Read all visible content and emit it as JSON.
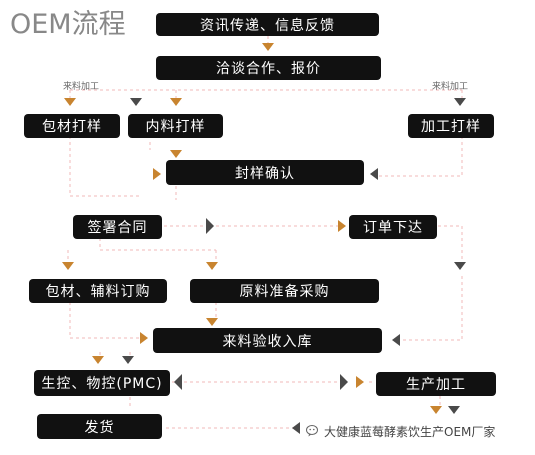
{
  "title": "OEM流程",
  "labels": {
    "left_material": "来料加工",
    "right_material": "来料加工"
  },
  "nodes": {
    "info": "资讯传递、信息反馈",
    "negotiate": "洽谈合作、报价",
    "pack_sample": "包材打样",
    "content_sample": "内料打样",
    "process_sample": "加工打样",
    "seal_confirm": "封样确认",
    "sign_contract": "签署合同",
    "place_order": "订单下达",
    "pack_purchase": "包材、辅料订购",
    "raw_purchase": "原料准备采购",
    "warehouse": "来料验收入库",
    "production_control": "生控、物控(PMC)",
    "production": "生产加工",
    "shipping": "发货"
  },
  "watermark": {
    "text": "大健康蓝莓酵素饮生产OEM厂家"
  },
  "colors": {
    "box": "#111111",
    "text_on_box": "#ffffff",
    "accent": "#c8842f",
    "gray_arrow": "#4a4a4a",
    "dashed_line": "#f2b9b9"
  }
}
